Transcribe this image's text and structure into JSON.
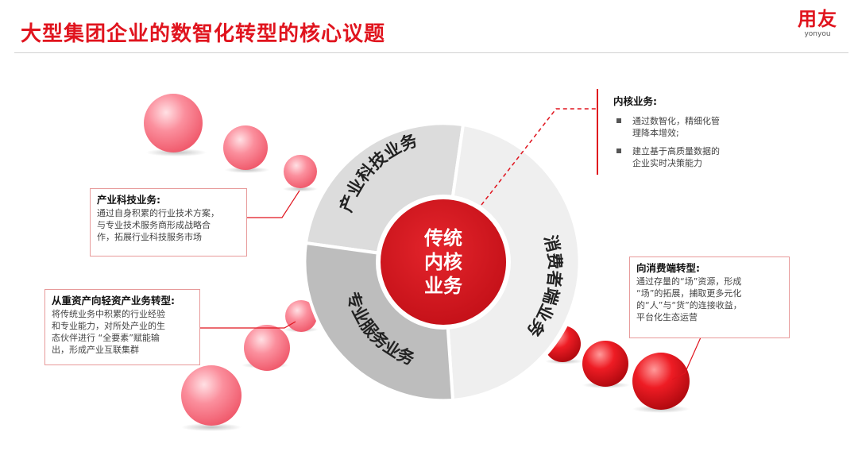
{
  "title": "大型集团企业的数智化转型的核心议题",
  "logo": {
    "cn": "用友",
    "en": "yonyou"
  },
  "center": {
    "line1": "传统",
    "line2": "内核",
    "line3": "业务"
  },
  "segments": {
    "top": "产业科技业务",
    "bottom": "专业服务业务",
    "right": "消费者端业务"
  },
  "neihe": {
    "title": "内核业务:",
    "items": [
      {
        "line1": "通过数智化，精细化管",
        "line2": "理降本增效;"
      },
      {
        "line1": "建立基于高质量数据的",
        "line2": "企业实时决策能力"
      }
    ]
  },
  "chanye": {
    "title": "产业科技业务:",
    "lines": [
      "通过自身积累的行业技术方案，",
      "与专业技术服务商形成战略合",
      "作，拓展行业科技服务市场"
    ]
  },
  "zhongzi": {
    "title": "从重资产向轻资产业务转型:",
    "lines": [
      "将传统业务中积累的行业经验",
      "和专业能力，对所处产业的生",
      "态伙伴进行 “全要素”赋能输",
      "出，形成产业互联集群"
    ]
  },
  "xiaofei": {
    "title": "向消费端转型:",
    "lines": [
      "通过存量的“场”资源，形成",
      " “场”的拓展，捕取更多元化",
      "的“人”与“货”的连接收益，",
      "平台化生态运营"
    ]
  }
}
